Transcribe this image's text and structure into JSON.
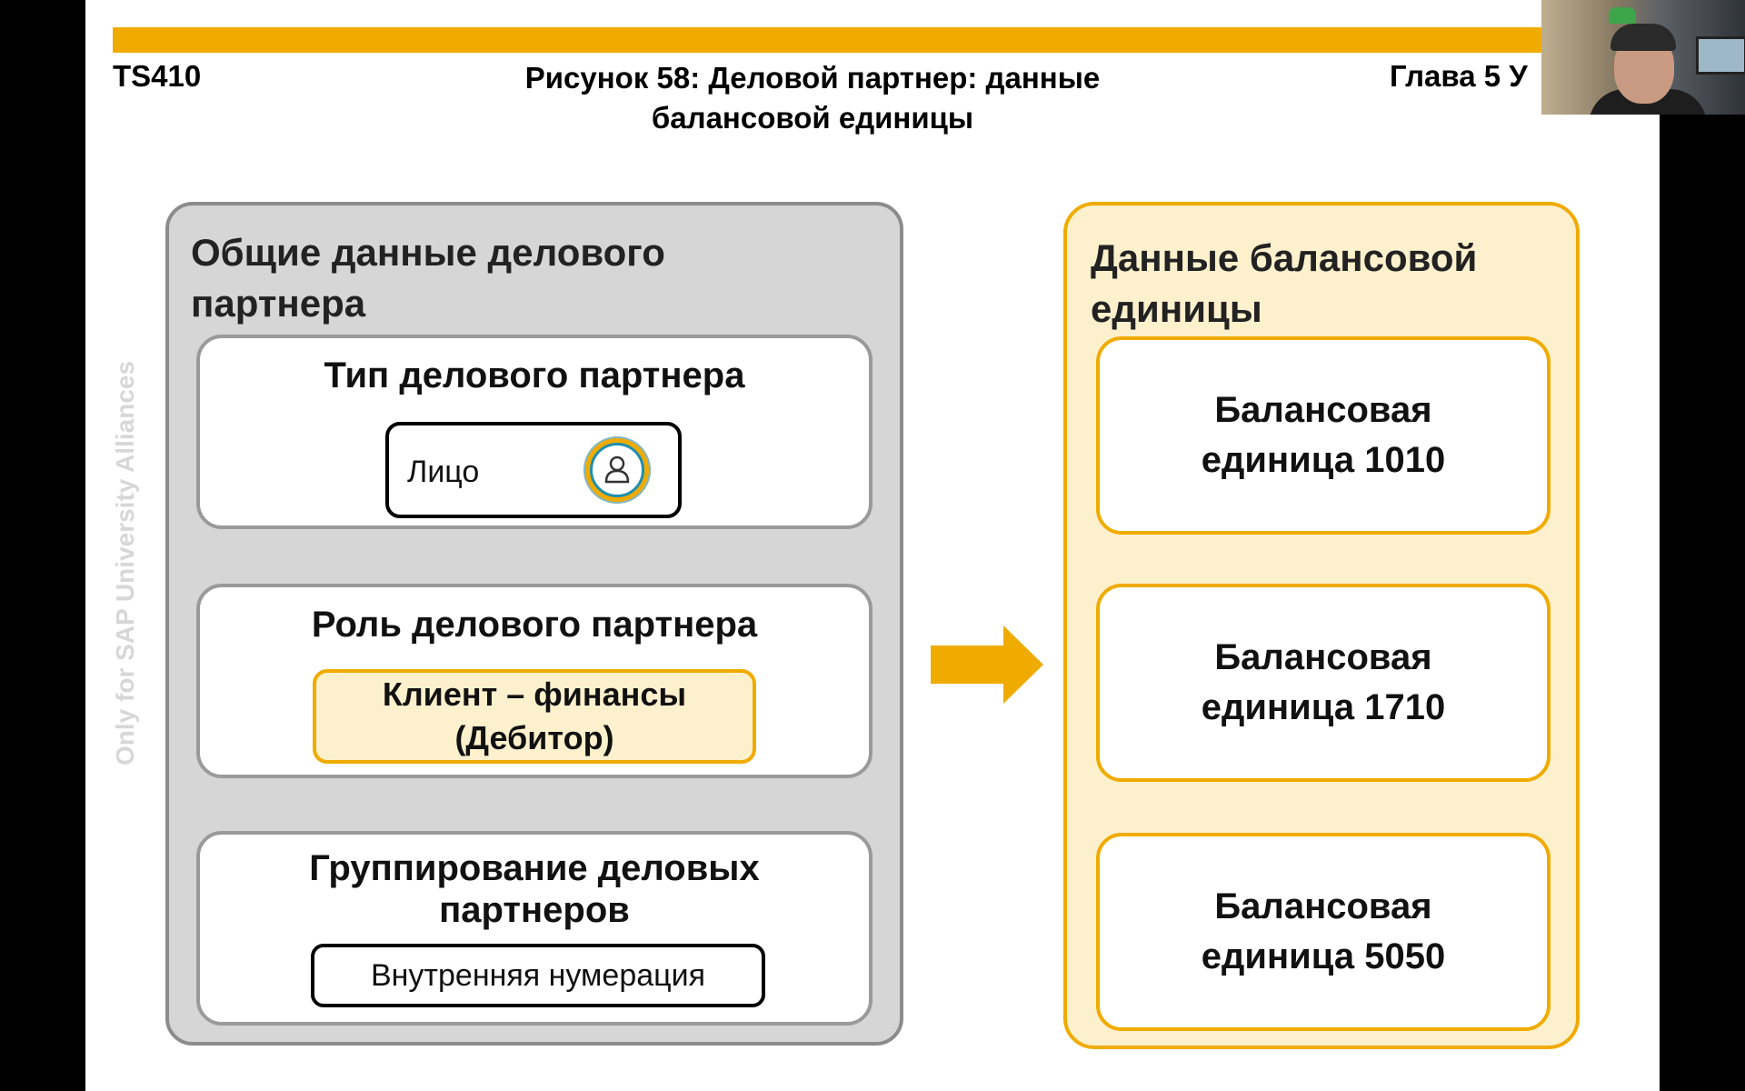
{
  "header": {
    "course_code": "TS410",
    "figure_title_line1": "Рисунок 58: Деловой партнер: данные",
    "figure_title_line2": "балансовой единицы",
    "chapter": "Глава 5 У"
  },
  "watermark": "Only for SAP University Alliances",
  "general_data": {
    "title_line1": "Общие данные делового",
    "title_line2": "партнера",
    "type_card": {
      "title": "Тип делового партнера",
      "person_label": "Лицо",
      "icon": "person-icon"
    },
    "role_card": {
      "title": "Роль делового партнера",
      "role_line1": "Клиент – финансы",
      "role_line2": "(Дебитор)"
    },
    "grouping_card": {
      "title_line1": "Группирование деловых",
      "title_line2": "партнеров",
      "numbering": "Внутренняя нумерация"
    }
  },
  "company_code_data": {
    "title_line1": "Данные балансовой",
    "title_line2": "единицы",
    "items": [
      {
        "line1": "Балансовая",
        "line2": "единица 1010"
      },
      {
        "line1": "Балансовая",
        "line2": "единица 1710"
      },
      {
        "line1": "Балансовая",
        "line2": "единица 5050"
      }
    ]
  },
  "colors": {
    "accent": "#f0ab00",
    "accent_light": "#fdf0cc",
    "gray_box": "#d6d6d6",
    "gray_border": "#8c8c8c"
  }
}
